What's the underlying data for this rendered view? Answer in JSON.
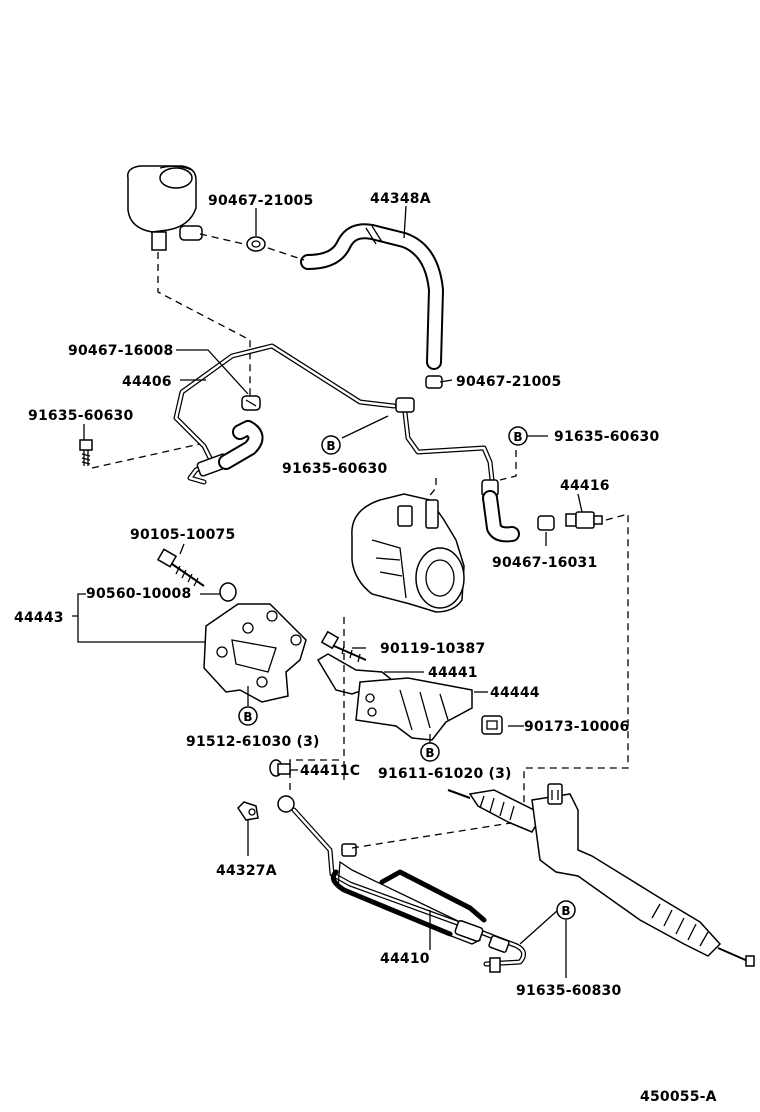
{
  "diagram": {
    "labels": {
      "hose_upper": "44348A",
      "clip_upper": "90467-21005",
      "clip_left": "90467-16008",
      "tube_left": "44406",
      "bolt_left": "91635-60630",
      "clip_right": "90467-21005",
      "bolt_mid_b": "91635-60630",
      "bolt_right_b": "91635-60630",
      "sensor": "44416",
      "clip_lower_right": "90467-16031",
      "bolt_bracket": "90105-10075",
      "collar": "90560-10008",
      "bracket": "44443",
      "bolt_pump": "90119-10387",
      "bracket_small": "44441",
      "bracket_lower": "44444",
      "nut": "90173-10006",
      "bolt_bracket_b": "91512-61030 (3)",
      "bolt_lower_b": "91611-61020 (3)",
      "union": "44411C",
      "clamp": "44327A",
      "pressure_hose": "44410",
      "bolt_hose_b": "91635-60830",
      "figure_id": "450055-A"
    },
    "b_marker": "B"
  }
}
